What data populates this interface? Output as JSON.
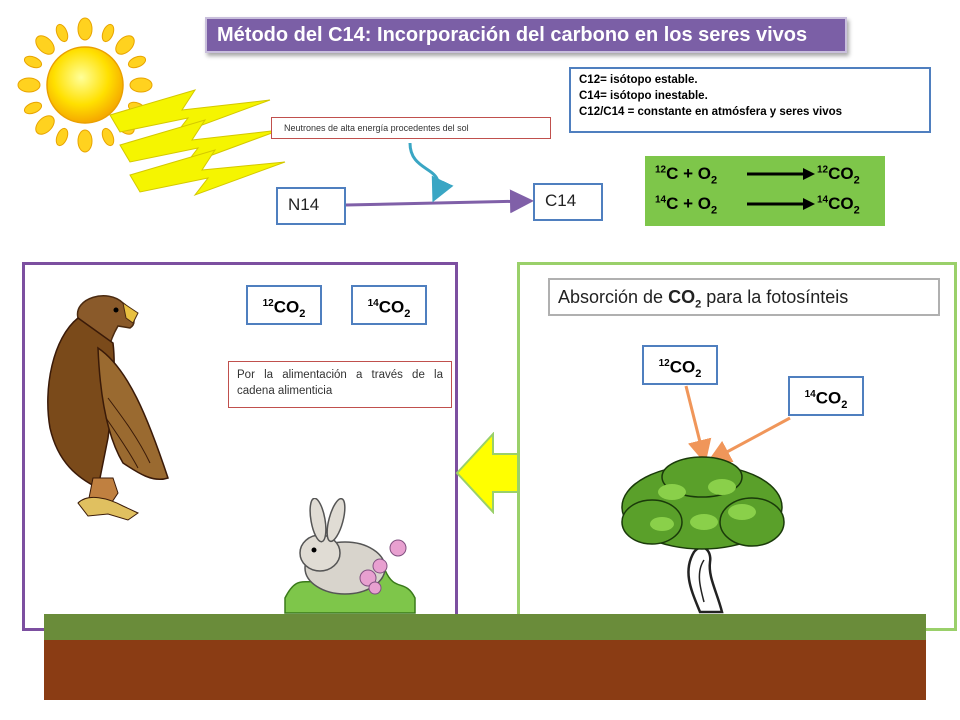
{
  "title": "Método del C14: Incorporación del carbono en los seres vivos",
  "notes": [
    "C12= isótopo estable.",
    "C14= isótopo inestable.",
    "C12/C14 = constante en atmósfera y seres vivos"
  ],
  "neutron_label": "Neutrones de alta energía procedentes del sol",
  "n14_label": "N14",
  "c14_label": "C14",
  "equations": {
    "eq1_left_mass": "12",
    "eq1_left": "C + O",
    "eq1_left_sub": "2",
    "eq1_right_mass": "12",
    "eq1_right": "CO",
    "eq1_right_sub": "2",
    "eq2_left_mass": "14",
    "eq2_left": "C + O",
    "eq2_left_sub": "2",
    "eq2_right_mass": "14",
    "eq2_right": "CO",
    "eq2_right_sub": "2"
  },
  "animal_co2": {
    "a_mass": "12",
    "a_text": "CO",
    "a_sub": "2",
    "b_mass": "14",
    "b_text": "CO",
    "b_sub": "2"
  },
  "food_chain_text": "Por la alimentación a través de la cadena alimenticia",
  "absorption": {
    "prefix": "Absorción de ",
    "co2": "CO",
    "sub": "2",
    "suffix": " para la fotosínteis"
  },
  "plant_co2": {
    "a_mass": "12",
    "a_text": "CO",
    "a_sub": "2",
    "b_mass": "14",
    "b_text": "CO",
    "b_sub": "2"
  },
  "colors": {
    "title_bg": "#7b5fa6",
    "box_border": "#4f7fbf",
    "equation_bg": "#7ec64a",
    "animal_panel": "#7c4fa0",
    "plant_panel": "#9ad06a",
    "ground": "#8a3c14",
    "grass": "#6a8c3a",
    "arrow_yellow": "#ffff00",
    "ray_yellow": "#f5f500"
  },
  "icons": [
    "sun-icon",
    "lightning-ray-icon",
    "eagle-icon",
    "rabbit-icon",
    "tree-icon",
    "yellow-arrow-left-icon"
  ]
}
